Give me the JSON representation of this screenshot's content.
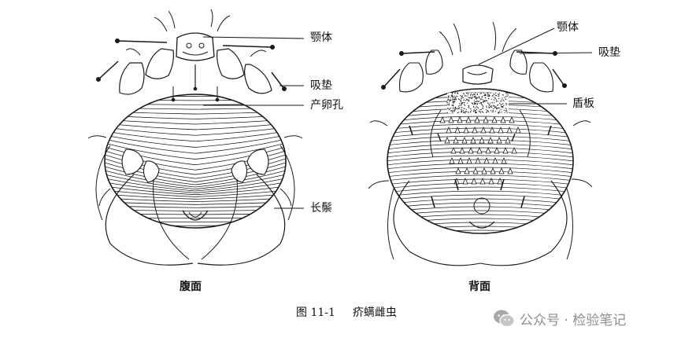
{
  "figure": {
    "caption_number": "图 11-1",
    "caption_title": "疥螨雌虫",
    "views": {
      "ventral": {
        "caption": "腹面",
        "labels": {
          "gnathosoma": "颚体",
          "sucker": "吸垫",
          "genital_pore": "产卵孔",
          "long_bristle": "长鬃"
        }
      },
      "dorsal": {
        "caption": "背面",
        "labels": {
          "gnathosoma": "颚体",
          "sucker": "吸垫",
          "shield": "盾板"
        }
      }
    }
  },
  "watermark": {
    "text": "公众号 · 检验笔记"
  }
}
